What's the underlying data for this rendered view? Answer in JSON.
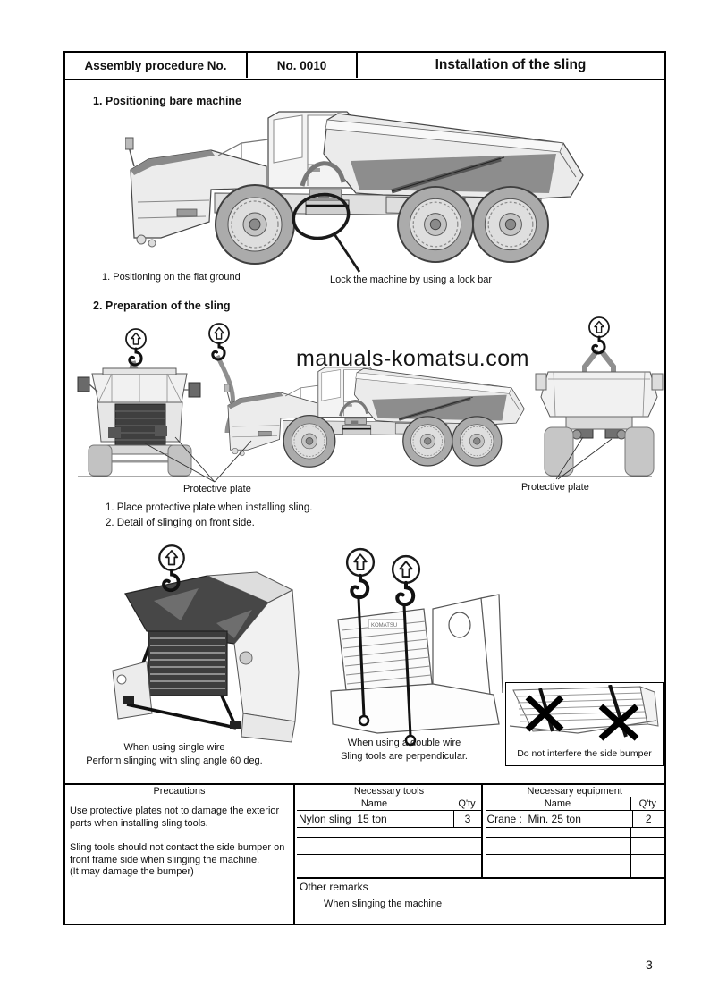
{
  "header": {
    "col1": "Assembly procedure No.",
    "col2": "No. 0010",
    "col3": "Installation of the sling"
  },
  "watermark": "manuals-komatsu.com",
  "section1": {
    "heading": "1. Positioning bare machine",
    "caption_left": "1. Positioning on the flat ground",
    "caption_right": "Lock the machine by using a lock bar"
  },
  "section2": {
    "heading": "2. Preparation of the sling",
    "label_left": "Protective plate",
    "label_right": "Protective plate",
    "instructions": [
      "1. Place protective plate when installing sling.",
      "2. Detail of slinging on front side."
    ]
  },
  "section3": {
    "caption_single_1": "When using single wire",
    "caption_single_2": "Perform slinging with sling angle 60 deg.",
    "caption_double_1": "When using a double wire",
    "caption_double_2": "Sling tools are perpendicular.",
    "caption_box": "Do not interfere the side bumper",
    "grille_logo": "KOMATSU"
  },
  "table": {
    "precautions": {
      "title": "Precautions",
      "paragraphs": [
        "Use protective plates not to damage the exterior parts when installing sling tools.",
        "Sling tools should not contact the side bumper on front frame side when slinging the machine.",
        "(It may damage the bumper)"
      ]
    },
    "tools": {
      "title": "Necessary tools",
      "name_header": "Name",
      "qty_header": "Q'ty",
      "rows": [
        {
          "name": "Nylon sling  15 ton",
          "qty": "3"
        }
      ]
    },
    "equipment": {
      "title": "Necessary equipment",
      "name_header": "Name",
      "qty_header": "Q'ty",
      "rows": [
        {
          "name": "Crane :  Min. 25 ton",
          "qty": "2"
        }
      ]
    },
    "other_remarks": {
      "title": "Other remarks",
      "text": "When slinging the machine"
    }
  },
  "page_number": "3"
}
